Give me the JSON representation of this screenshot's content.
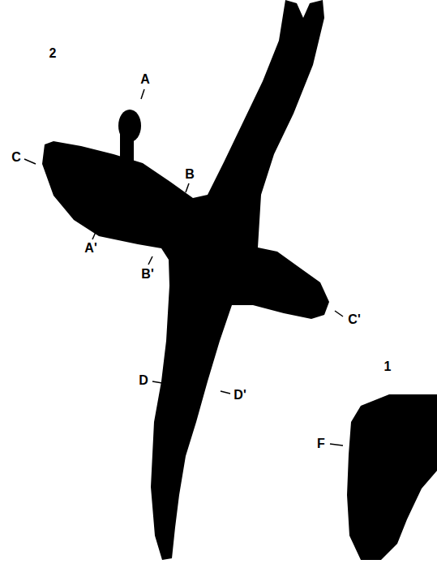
{
  "diagram": {
    "labels": [
      "2",
      "A",
      "C",
      "B",
      "A'",
      "B'",
      "C'",
      "D",
      "D'",
      "1",
      "F"
    ]
  }
}
